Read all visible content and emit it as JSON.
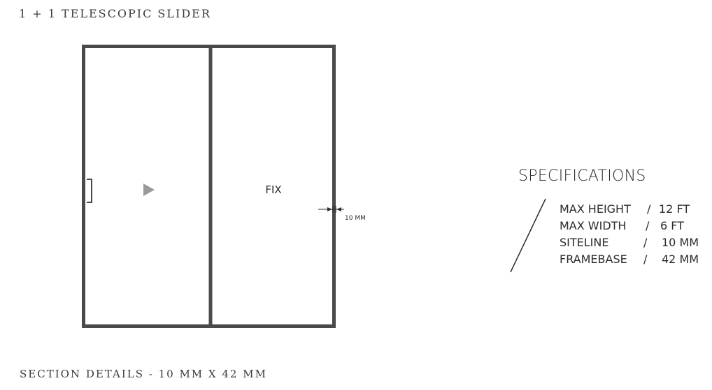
{
  "title": "1 + 1 TELESCOPIC SLIDER",
  "footer": "SECTION DETAILS - 10 MM X 42 MM",
  "diagram": {
    "panels": [
      {
        "label": "",
        "symbol": "play-arrow"
      },
      {
        "label": "FIX"
      }
    ],
    "dimension_label": "10 MM"
  },
  "specifications": {
    "title": "SPECIFICATIONS",
    "rows": [
      {
        "label": "MAX HEIGHT",
        "sep": "/",
        "value": "12 FT"
      },
      {
        "label": "MAX WIDTH",
        "sep": "/",
        "value": "6 FT"
      },
      {
        "label": "SITELINE",
        "sep": "/",
        "value": "10 MM"
      },
      {
        "label": "FRAMEBASE",
        "sep": "/",
        "value": "42 MM"
      }
    ]
  },
  "colors": {
    "frame": "#4a4a4a",
    "arrow": "#9a9a9a",
    "text": "#2b2b2b"
  }
}
